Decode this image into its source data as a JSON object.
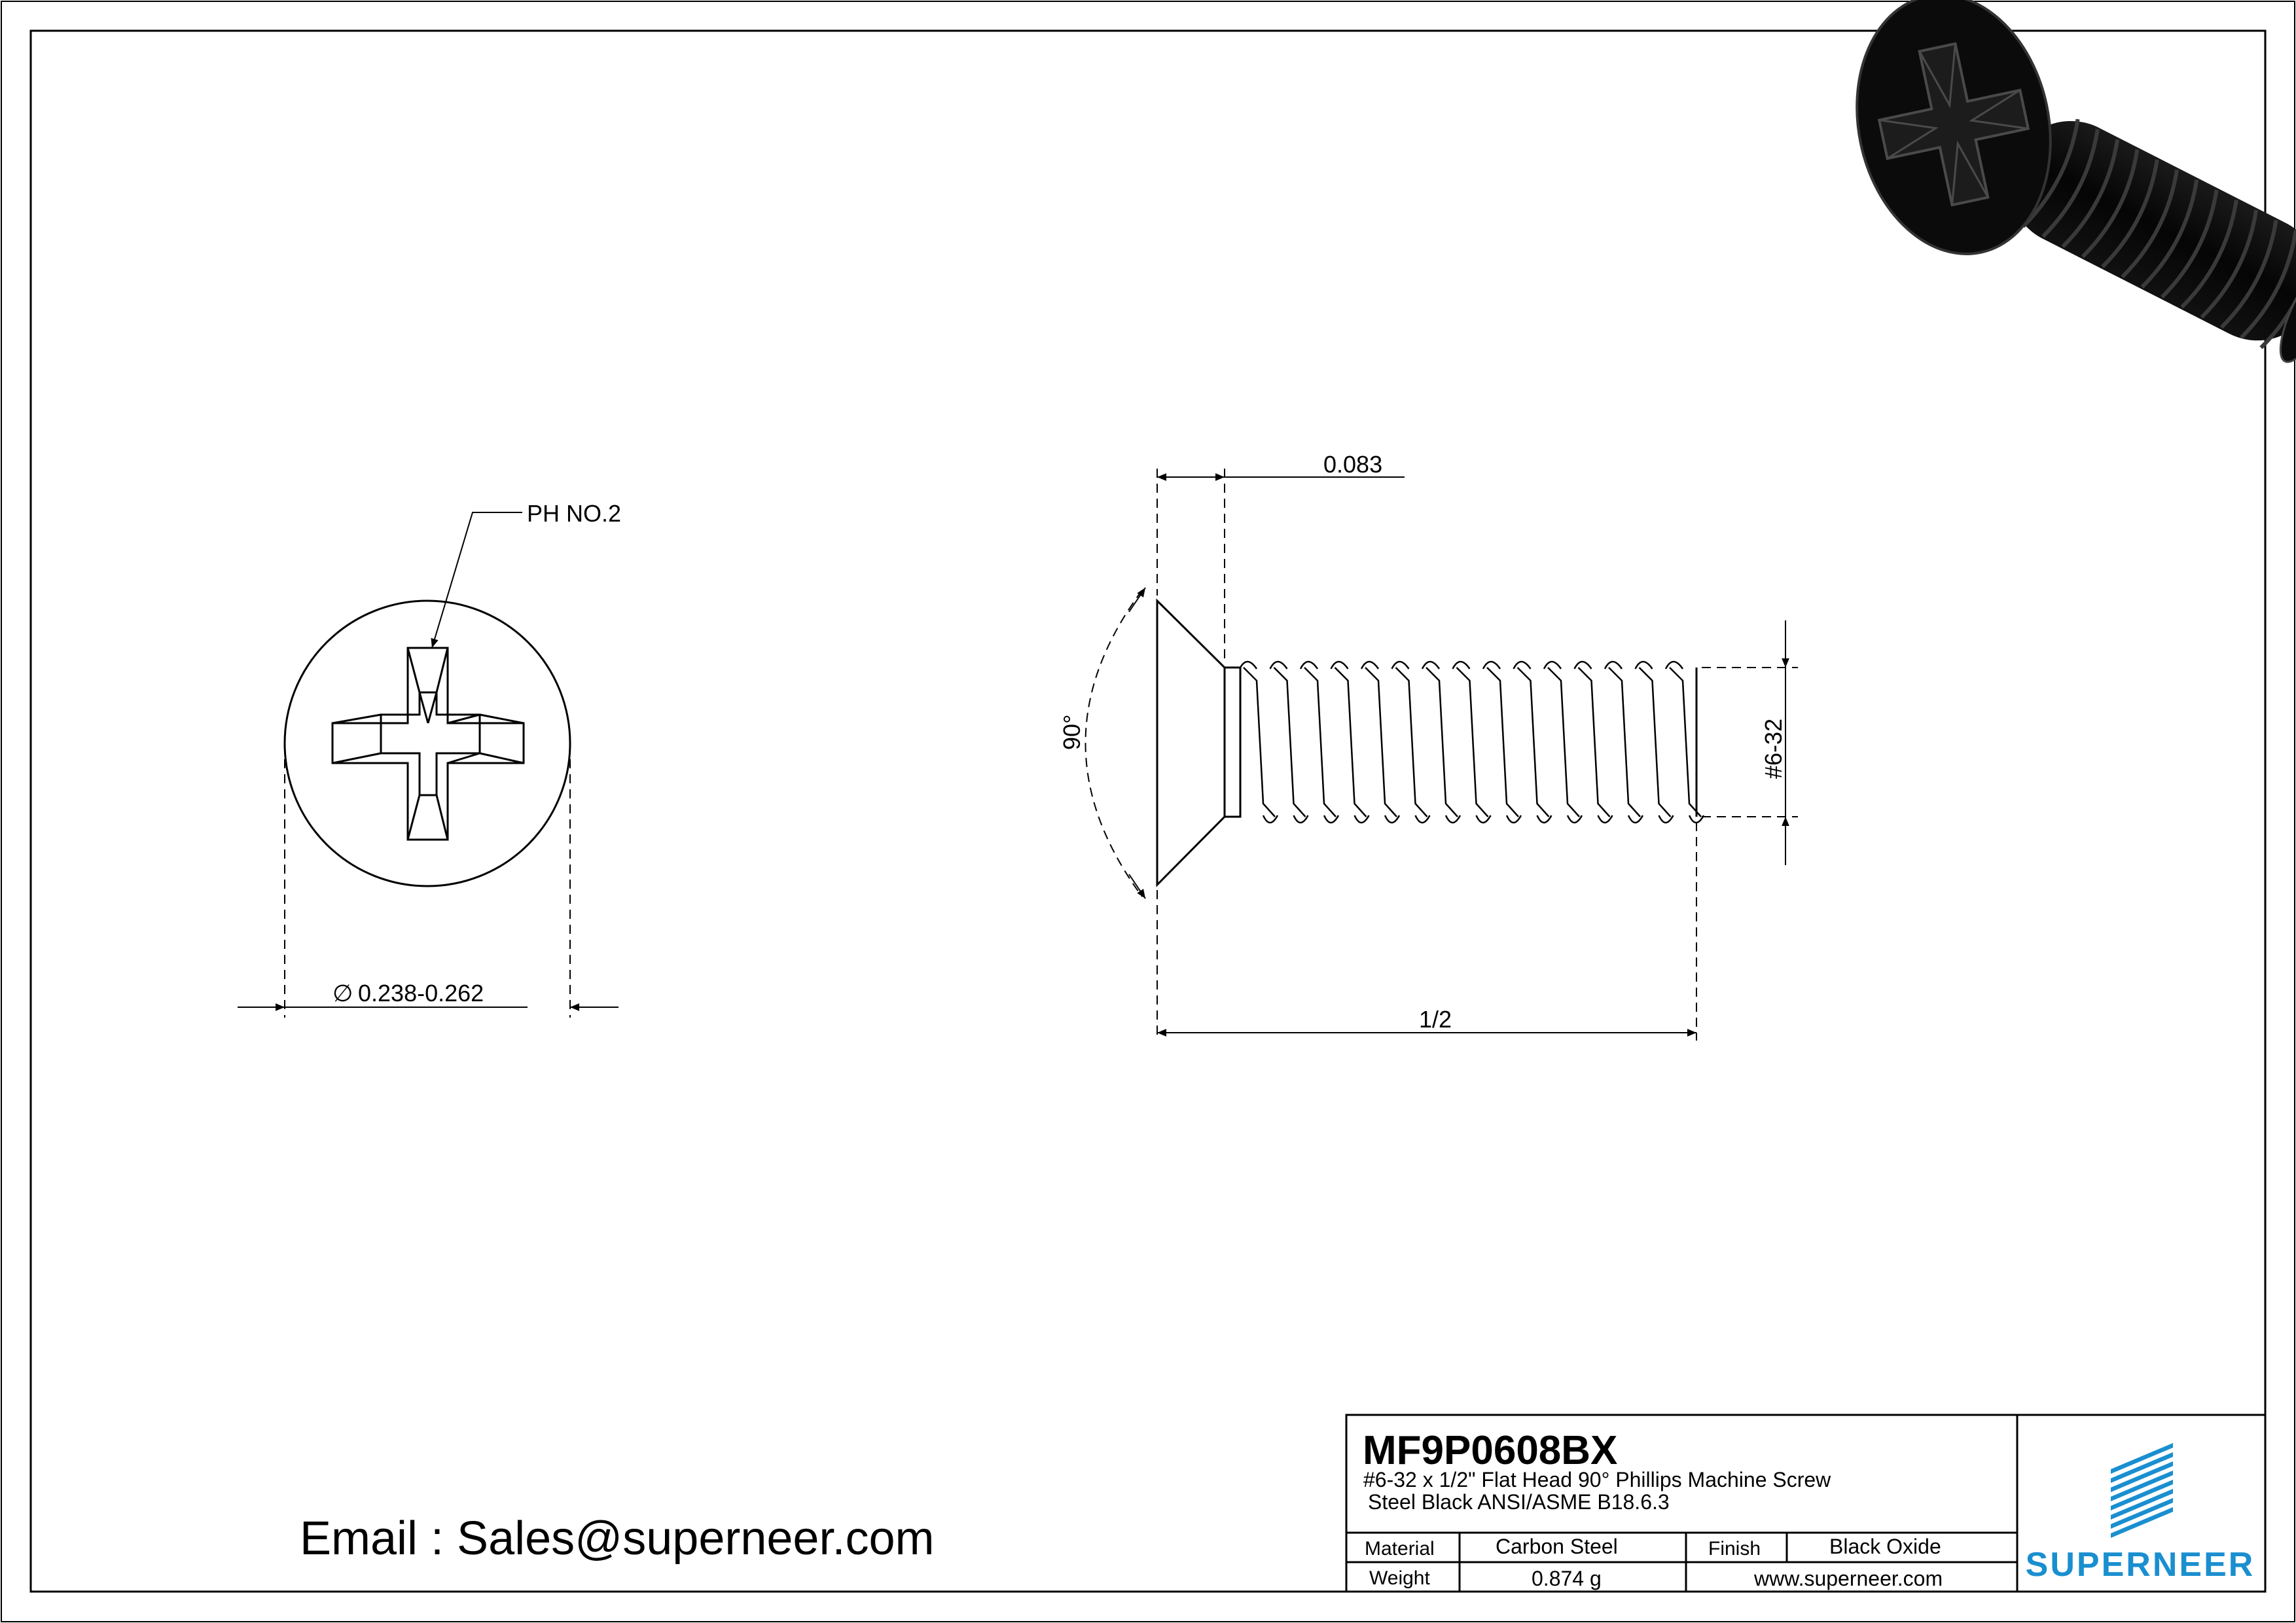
{
  "front_view": {
    "drive_callout": "PH NO.2",
    "diameter_symbol": "∅",
    "diameter_label": "0.238-0.262"
  },
  "side_view": {
    "head_height": "0.083",
    "angle": "90°",
    "thread": "#6-32",
    "length": "1/2"
  },
  "email_line": "Email : Sales@superneer.com",
  "title_block": {
    "part_number": "MF9P0608BX",
    "description_1": "#6-32 x 1/2\" Flat Head 90°  Phillips Machine Screw",
    "description_2": "Steel Black ANSI/ASME B18.6.3",
    "material_label": "Material",
    "material_value": "Carbon Steel",
    "finish_label": "Finish",
    "finish_value": "Black Oxide",
    "weight_label": "Weight",
    "weight_value": "0.874 g",
    "website": "www.superneer.com",
    "brand": "SUPERNEER",
    "brand_color": "#1a8fd0",
    "website_color": "#1a6fb5"
  }
}
